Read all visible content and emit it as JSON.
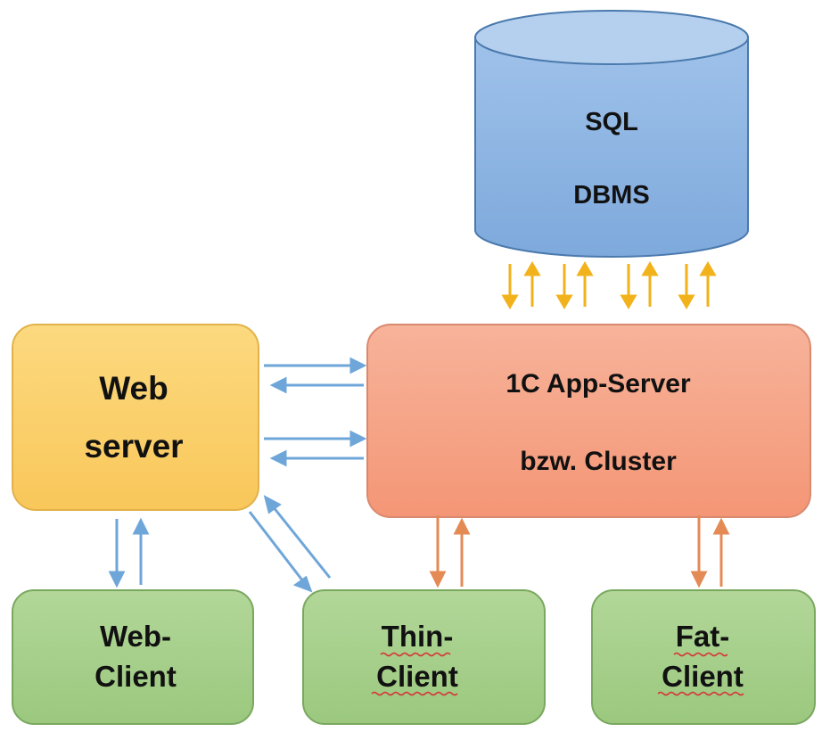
{
  "nodes": {
    "database": {
      "line1": "SQL",
      "line2": "DBMS"
    },
    "app_server": {
      "line1": "1C App-Server",
      "line2": "bzw. Cluster"
    },
    "web_server": {
      "line1": "Web",
      "line2": "server"
    },
    "web_client": {
      "line1": "Web-",
      "line2": "Client"
    },
    "thin_client": {
      "line1": "Thin-",
      "line2": "Client"
    },
    "fat_client": {
      "line1": "Fat-",
      "line2": "Client"
    }
  },
  "colors": {
    "database_fill": "#8fb6e3",
    "database_top": "#b4d0ee",
    "database_stroke": "#4a79ad",
    "app_server_fill": "#f6a387",
    "app_server_stroke": "#d98a6e",
    "web_server_fill": "#fbd271",
    "web_server_stroke": "#e2b24a",
    "client_fill": "#a7d08c",
    "client_stroke": "#79a85f",
    "arrow_db": "#f2b21b",
    "arrow_web": "#6fa6d9",
    "arrow_app": "#e48a55"
  }
}
